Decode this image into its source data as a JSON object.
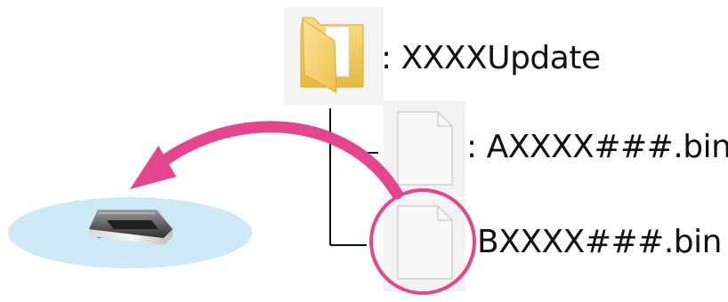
{
  "folder": {
    "label": ": XXXXUpdate",
    "icon": "folder-icon"
  },
  "files": [
    {
      "label": ": AXXXX###.bin",
      "icon": "file-icon"
    },
    {
      "label": "BXXXX###.bin",
      "icon": "file-icon",
      "highlighted": true
    }
  ],
  "device": {
    "icon": "usb-drive-icon"
  },
  "colors": {
    "accent": "#e5448f",
    "ellipse": "#cde9f5",
    "tree_line": "#111111",
    "folder_yellow": "#f2cf5a",
    "file_fill": "#f4f4f4"
  }
}
